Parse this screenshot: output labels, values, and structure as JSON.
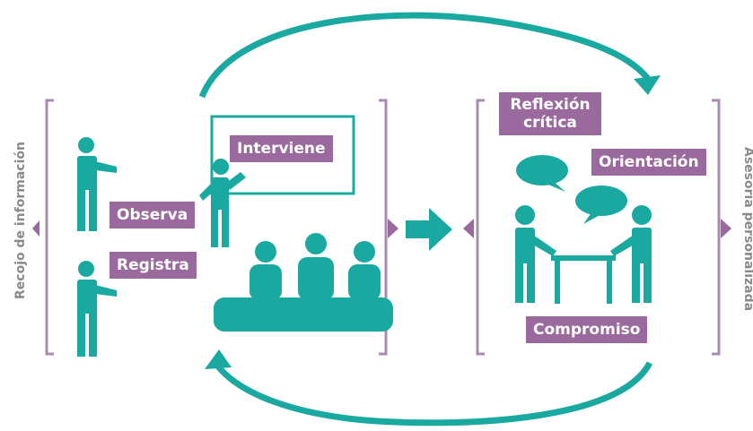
{
  "side_labels": {
    "left": "Recojo de información",
    "right": "Asesoría personalizada"
  },
  "tags": {
    "interviene": "Interviene",
    "observa": "Observa",
    "registra": "Registra",
    "reflexion_line1": "Reflexión",
    "reflexion_line2": "crítica",
    "orientacion": "Orientación",
    "compromiso": "Compromiso"
  },
  "colors": {
    "teal": "#1aa9a0",
    "purple": "#9a6a9e",
    "bracket": "#a98bb0",
    "label_gray": "#8a8a8a"
  }
}
